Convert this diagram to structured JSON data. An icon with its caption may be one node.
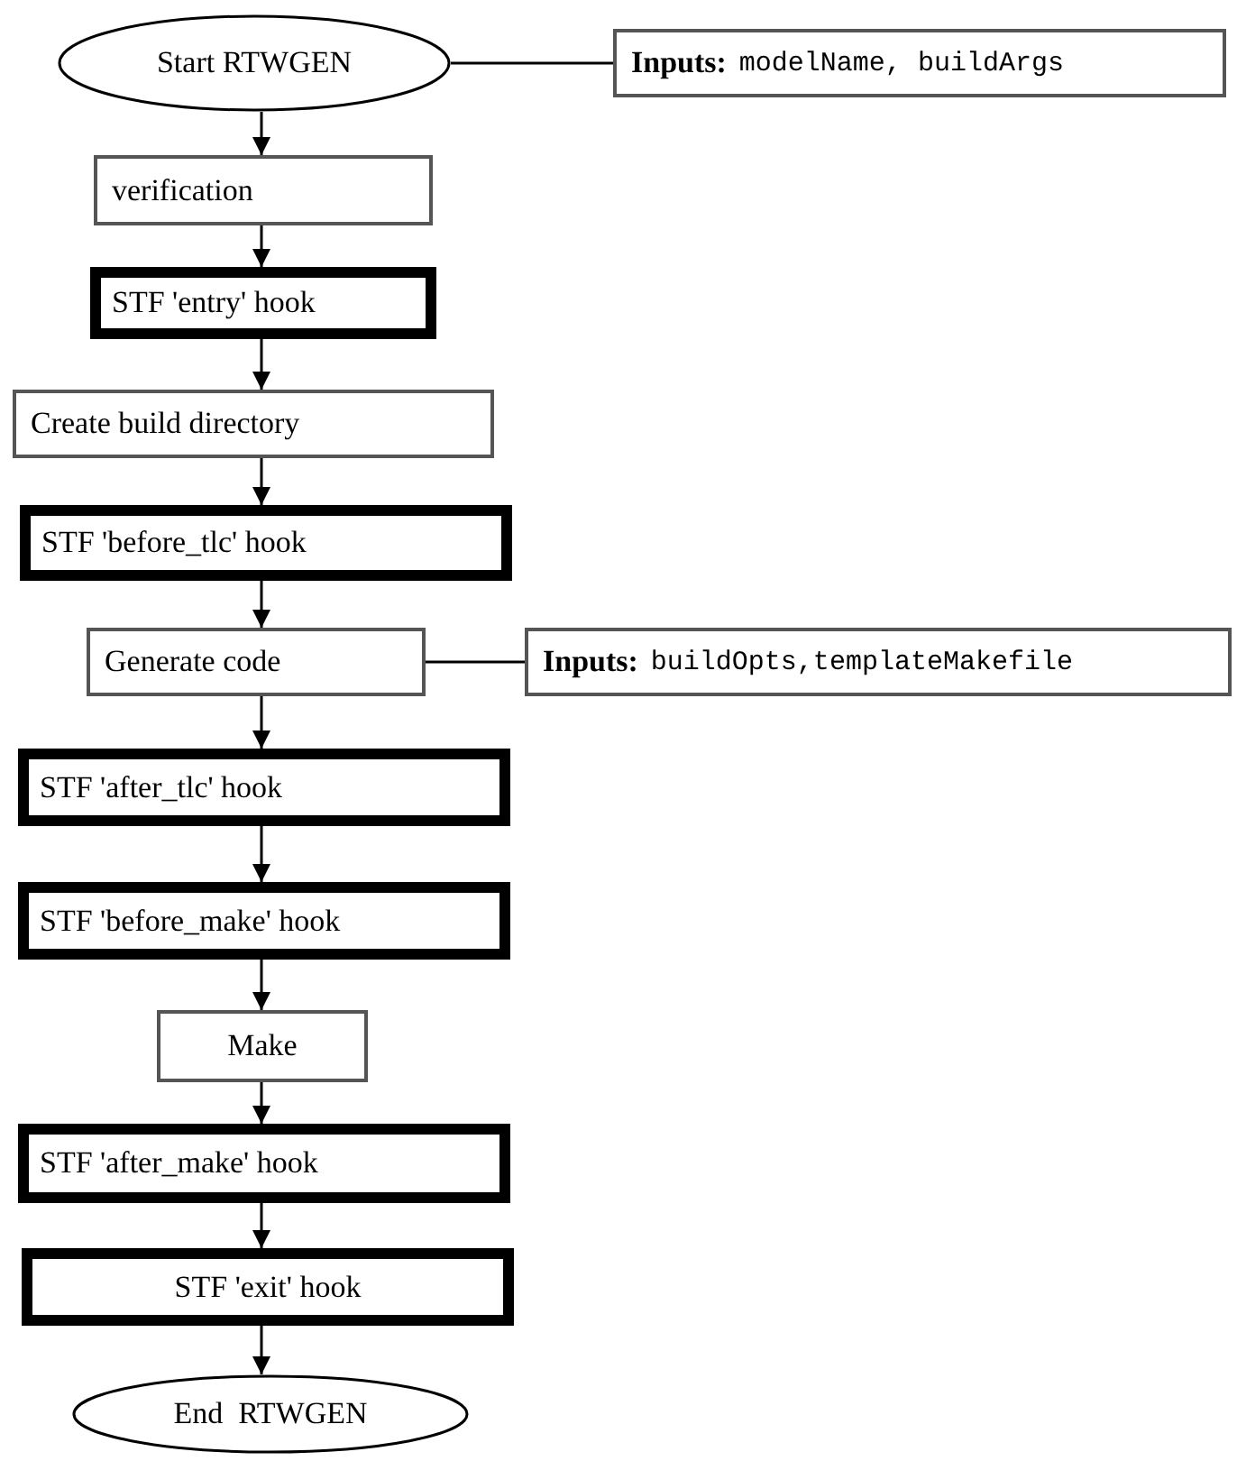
{
  "diagram": {
    "nodes": [
      {
        "text": [
          "Start RTWGEN"
        ]
      },
      {
        "text": [
          "Inputs:",
          "modelName, buildArgs"
        ]
      },
      {
        "text": [
          "verification"
        ]
      },
      {
        "text": [
          "STF 'entry' hook"
        ]
      },
      {
        "text": [
          "Create build directory"
        ]
      },
      {
        "text": [
          "STF 'before_tlc' hook"
        ]
      },
      {
        "text": [
          "Generate code"
        ]
      },
      {
        "text": [
          "Inputs:",
          "buildOpts,templateMakefile"
        ]
      },
      {
        "text": [
          "STF 'after_tlc' hook"
        ]
      },
      {
        "text": [
          "STF 'before_make' hook"
        ]
      },
      {
        "text": [
          "Make"
        ]
      },
      {
        "text": [
          "STF 'after_make' hook"
        ]
      },
      {
        "text": [
          "STF 'exit' hook"
        ]
      },
      {
        "text": [
          "End  RTWGEN"
        ]
      }
    ],
    "edges": [
      {
        "from": 0,
        "to": 1,
        "arrow": "none"
      },
      {
        "from": 0,
        "to": 2,
        "arrow": "to"
      },
      {
        "from": 2,
        "to": 3,
        "arrow": "to"
      },
      {
        "from": 3,
        "to": 4,
        "arrow": "to"
      },
      {
        "from": 4,
        "to": 5,
        "arrow": "to"
      },
      {
        "from": 5,
        "to": 6,
        "arrow": "to"
      },
      {
        "from": 6,
        "to": 7,
        "arrow": "none"
      },
      {
        "from": 6,
        "to": 8,
        "arrow": "to"
      },
      {
        "from": 8,
        "to": 9,
        "arrow": "to"
      },
      {
        "from": 9,
        "to": 10,
        "arrow": "to"
      },
      {
        "from": 10,
        "to": 11,
        "arrow": "to"
      },
      {
        "from": 11,
        "to": 12,
        "arrow": "to"
      },
      {
        "from": 12,
        "to": 13,
        "arrow": "to"
      }
    ]
  }
}
